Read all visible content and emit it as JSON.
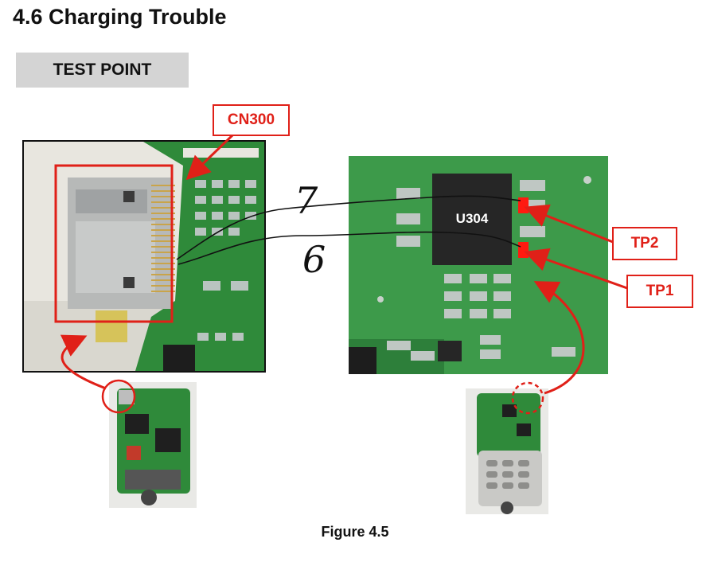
{
  "heading": "4.6 Charging Trouble",
  "section_label": "TEST POINT",
  "callouts": {
    "cn300": "CN300",
    "tp2": "TP2",
    "tp1": "TP1"
  },
  "chip_label": "U304",
  "handwritten": {
    "wire_top": "7",
    "wire_bottom": "6"
  },
  "caption": "Figure 4.5",
  "colors": {
    "accent_red": "#e02018",
    "pcb_green": "#2f8a3a",
    "label_gray": "#d4d4d4"
  }
}
